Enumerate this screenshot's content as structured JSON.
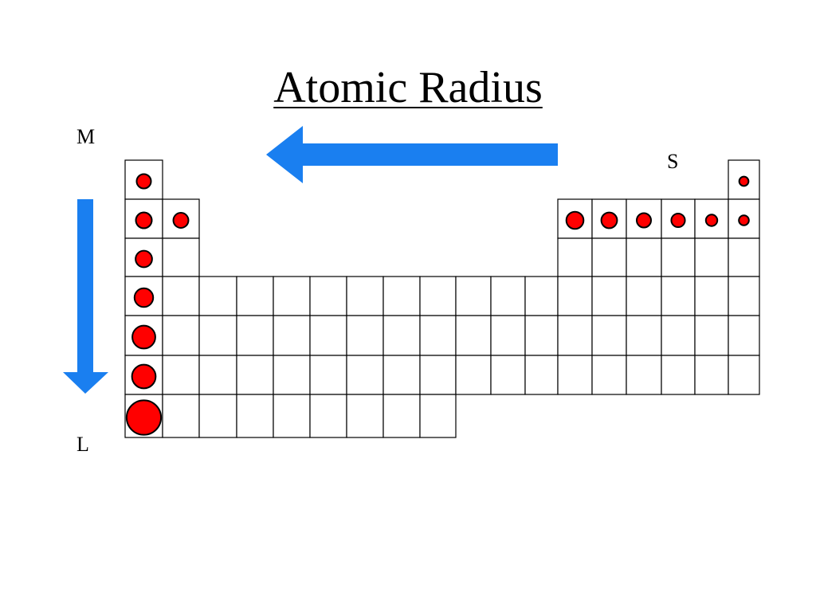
{
  "title": "Atomic Radius",
  "labels": {
    "top_left": "M",
    "bottom_left": "L",
    "top_right": "S"
  },
  "colors": {
    "arrow": "#1a7ff0",
    "atom": "#ff0000",
    "grid": "#000000"
  },
  "atoms_group_1_relative_size": [
    1,
    1.1,
    1.15,
    1.3,
    1.6,
    1.65,
    2.4
  ],
  "atoms_period_2_relative_size": [
    1.1,
    1.05,
    1.2,
    1.1,
    1.0,
    0.95,
    0.8,
    0.7
  ],
  "atom_period_1_noble_relative_size": 0.65
}
